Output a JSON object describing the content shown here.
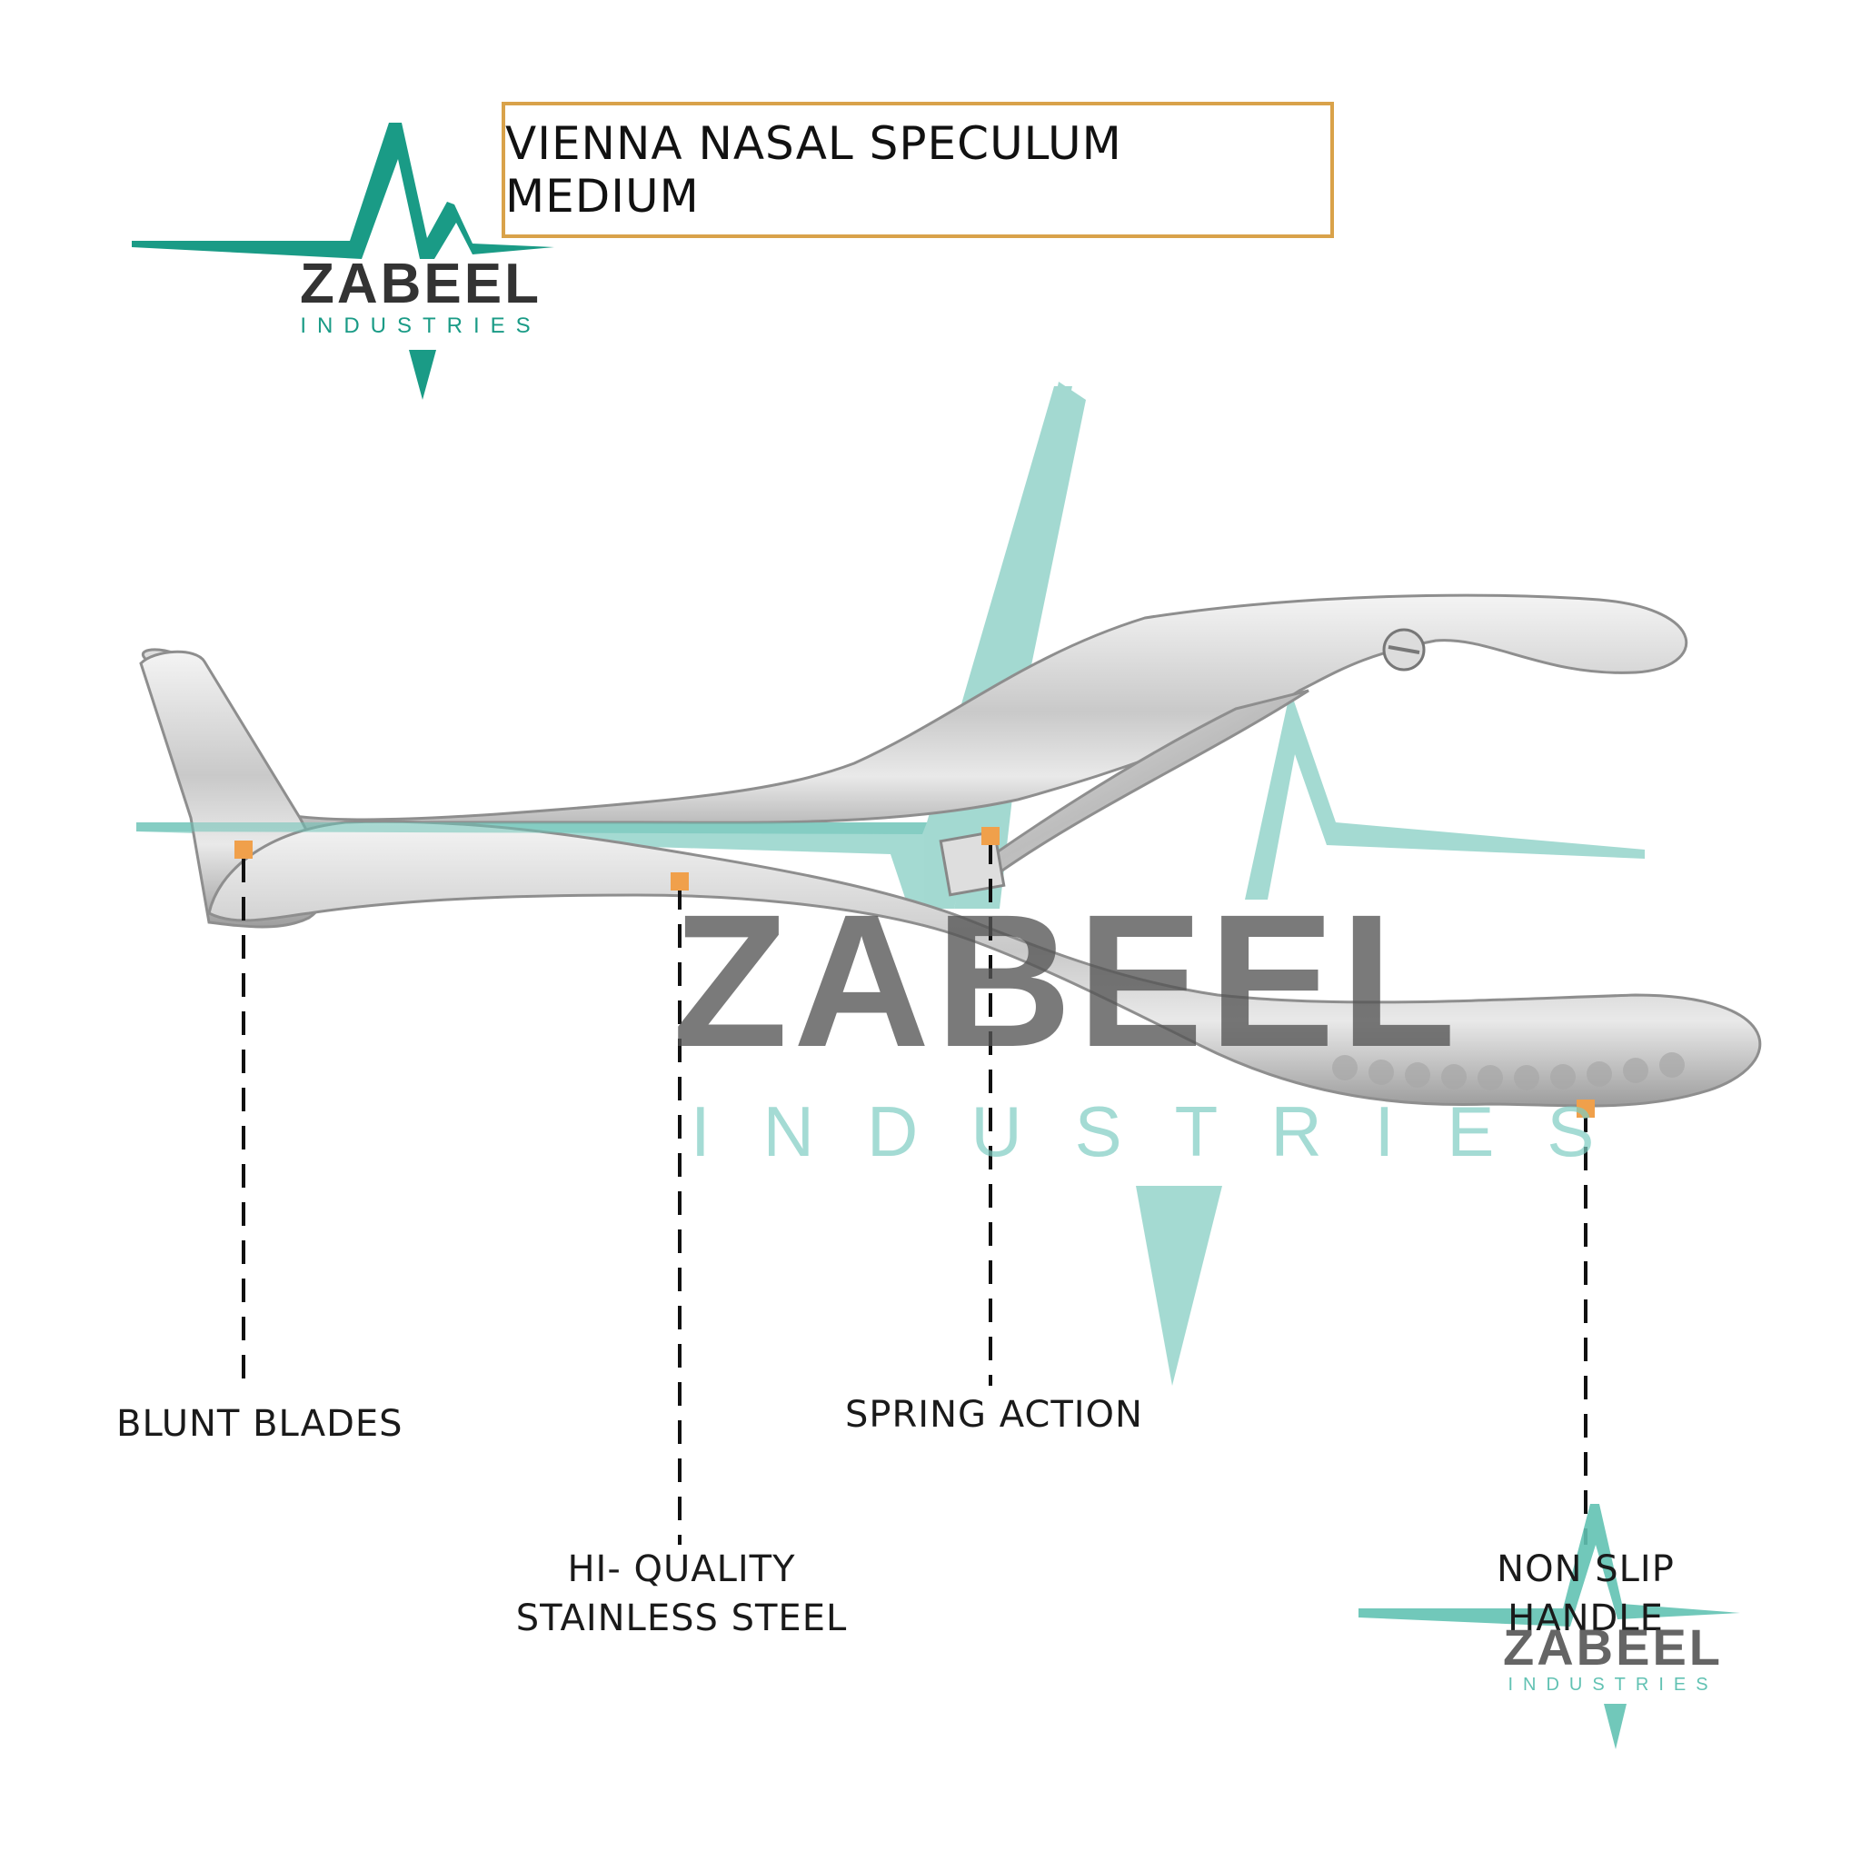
{
  "title": "VIENNA NASAL SPECULUM MEDIUM",
  "brand": {
    "name": "ZABEEL",
    "subtitle": "INDUSTRIES",
    "accent_color": "#1a9b86",
    "watermark_color": "#7ecdc2"
  },
  "callouts": {
    "blunt_blades": "BLUNT BLADES",
    "stainless_line1": "HI- QUALITY",
    "stainless_line2": "STAINLESS STEEL",
    "spring_action": "SPRING ACTION",
    "non_slip_line1": "NON SLIP",
    "non_slip_line2": "HANDLE"
  },
  "marker_color": "#f0a04b",
  "frame_color": "#d9a24a"
}
